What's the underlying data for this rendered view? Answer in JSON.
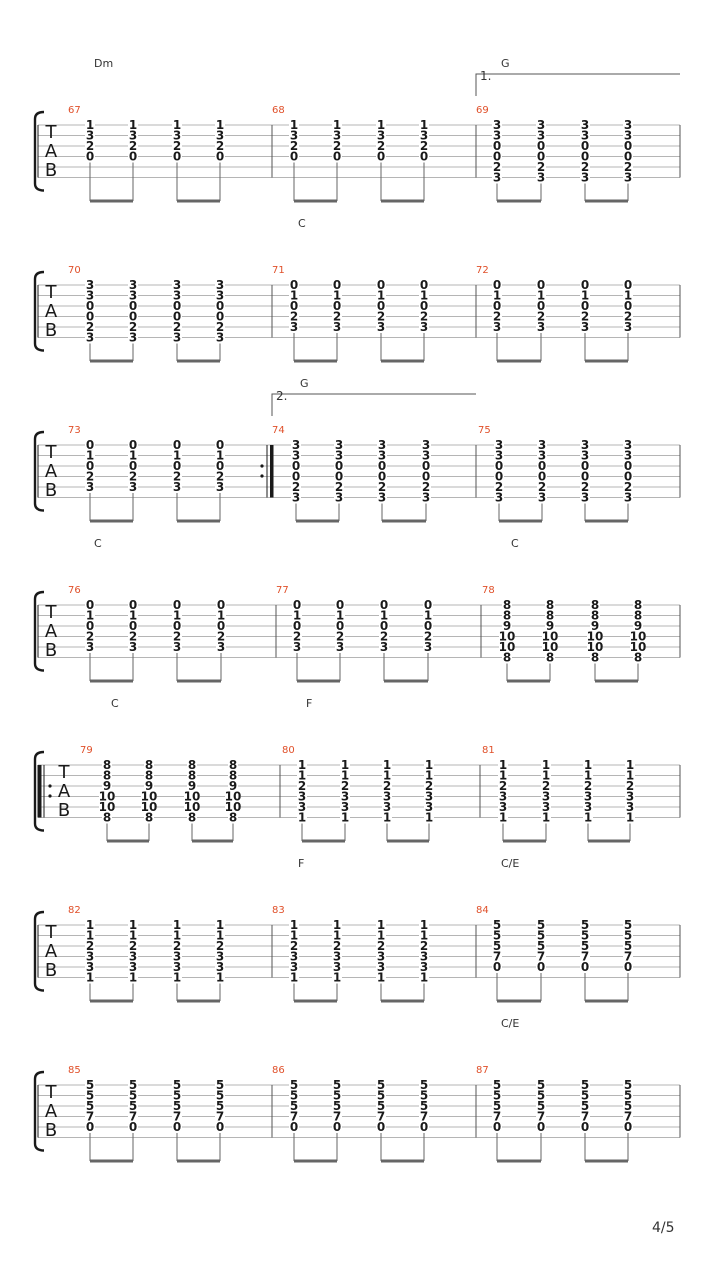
{
  "page_number": "4/5",
  "tab_letters": [
    "T",
    "A",
    "B"
  ],
  "systems": [
    {
      "measures": [
        {
          "number": "67",
          "chord": "Dm",
          "volta": "",
          "beats": [
            [
              "1",
              "3",
              "2",
              "0",
              "",
              ""
            ],
            [
              "1",
              "3",
              "2",
              "0",
              "",
              ""
            ],
            [
              "1",
              "3",
              "2",
              "0",
              "",
              ""
            ],
            [
              "1",
              "3",
              "2",
              "0",
              "",
              ""
            ]
          ]
        },
        {
          "number": "68",
          "chord": "",
          "volta": "",
          "beats": [
            [
              "1",
              "3",
              "2",
              "0",
              "",
              ""
            ],
            [
              "1",
              "3",
              "2",
              "0",
              "",
              ""
            ],
            [
              "1",
              "3",
              "2",
              "0",
              "",
              ""
            ],
            [
              "1",
              "3",
              "2",
              "0",
              "",
              ""
            ]
          ]
        },
        {
          "number": "69",
          "chord": "G",
          "volta": "1.",
          "beats": [
            [
              "3",
              "3",
              "0",
              "0",
              "2",
              "3"
            ],
            [
              "3",
              "3",
              "0",
              "0",
              "2",
              "3"
            ],
            [
              "3",
              "3",
              "0",
              "0",
              "2",
              "3"
            ],
            [
              "3",
              "3",
              "0",
              "0",
              "2",
              "3"
            ]
          ]
        }
      ]
    },
    {
      "measures": [
        {
          "number": "70",
          "chord": "",
          "volta": "",
          "beats": [
            [
              "3",
              "3",
              "0",
              "0",
              "2",
              "3"
            ],
            [
              "3",
              "3",
              "0",
              "0",
              "2",
              "3"
            ],
            [
              "3",
              "3",
              "0",
              "0",
              "2",
              "3"
            ],
            [
              "3",
              "3",
              "0",
              "0",
              "2",
              "3"
            ]
          ]
        },
        {
          "number": "71",
          "chord": "C",
          "volta": "",
          "beats": [
            [
              "0",
              "1",
              "0",
              "2",
              "3",
              ""
            ],
            [
              "0",
              "1",
              "0",
              "2",
              "3",
              ""
            ],
            [
              "0",
              "1",
              "0",
              "2",
              "3",
              ""
            ],
            [
              "0",
              "1",
              "0",
              "2",
              "3",
              ""
            ]
          ]
        },
        {
          "number": "72",
          "chord": "",
          "volta": "",
          "beats": [
            [
              "0",
              "1",
              "0",
              "2",
              "3",
              ""
            ],
            [
              "0",
              "1",
              "0",
              "2",
              "3",
              ""
            ],
            [
              "0",
              "1",
              "0",
              "2",
              "3",
              ""
            ],
            [
              "0",
              "1",
              "0",
              "2",
              "3",
              ""
            ]
          ]
        }
      ]
    },
    {
      "measures": [
        {
          "number": "73",
          "chord": "",
          "volta": "",
          "beats": [
            [
              "0",
              "1",
              "0",
              "2",
              "3",
              ""
            ],
            [
              "0",
              "1",
              "0",
              "2",
              "3",
              ""
            ],
            [
              "0",
              "1",
              "0",
              "2",
              "3",
              ""
            ],
            [
              "0",
              "1",
              "0",
              "2",
              "3",
              ""
            ]
          ]
        },
        {
          "number": "74",
          "chord": "G",
          "volta": "2.",
          "beats": [
            [
              "3",
              "3",
              "0",
              "0",
              "2",
              "3"
            ],
            [
              "3",
              "3",
              "0",
              "0",
              "2",
              "3"
            ],
            [
              "3",
              "3",
              "0",
              "0",
              "2",
              "3"
            ],
            [
              "3",
              "3",
              "0",
              "0",
              "2",
              "3"
            ]
          ]
        },
        {
          "number": "75",
          "chord": "",
          "volta": "",
          "beats": [
            [
              "3",
              "3",
              "0",
              "0",
              "2",
              "3"
            ],
            [
              "3",
              "3",
              "0",
              "0",
              "2",
              "3"
            ],
            [
              "3",
              "3",
              "0",
              "0",
              "2",
              "3"
            ],
            [
              "3",
              "3",
              "0",
              "0",
              "2",
              "3"
            ]
          ]
        }
      ]
    },
    {
      "measures": [
        {
          "number": "76",
          "chord": "C",
          "volta": "",
          "beats": [
            [
              "0",
              "1",
              "0",
              "2",
              "3",
              ""
            ],
            [
              "0",
              "1",
              "0",
              "2",
              "3",
              ""
            ],
            [
              "0",
              "1",
              "0",
              "2",
              "3",
              ""
            ],
            [
              "0",
              "1",
              "0",
              "2",
              "3",
              ""
            ]
          ]
        },
        {
          "number": "77",
          "chord": "",
          "volta": "",
          "beats": [
            [
              "0",
              "1",
              "0",
              "2",
              "3",
              ""
            ],
            [
              "0",
              "1",
              "0",
              "2",
              "3",
              ""
            ],
            [
              "0",
              "1",
              "0",
              "2",
              "3",
              ""
            ],
            [
              "0",
              "1",
              "0",
              "2",
              "3",
              ""
            ]
          ]
        },
        {
          "number": "78",
          "chord": "C",
          "volta": "",
          "beats": [
            [
              "8",
              "8",
              "9",
              "10",
              "10",
              "8"
            ],
            [
              "8",
              "8",
              "9",
              "10",
              "10",
              "8"
            ],
            [
              "8",
              "8",
              "9",
              "10",
              "10",
              "8"
            ],
            [
              "8",
              "8",
              "9",
              "10",
              "10",
              "8"
            ]
          ]
        }
      ]
    },
    {
      "measures": [
        {
          "number": "79",
          "chord": "C",
          "volta": "",
          "beats": [
            [
              "8",
              "8",
              "9",
              "10",
              "10",
              "8"
            ],
            [
              "8",
              "8",
              "9",
              "10",
              "10",
              "8"
            ],
            [
              "8",
              "8",
              "9",
              "10",
              "10",
              "8"
            ],
            [
              "8",
              "8",
              "9",
              "10",
              "10",
              "8"
            ]
          ]
        },
        {
          "number": "80",
          "chord": "F",
          "volta": "",
          "beats": [
            [
              "1",
              "1",
              "2",
              "3",
              "3",
              "1"
            ],
            [
              "1",
              "1",
              "2",
              "3",
              "3",
              "1"
            ],
            [
              "1",
              "1",
              "2",
              "3",
              "3",
              "1"
            ],
            [
              "1",
              "1",
              "2",
              "3",
              "3",
              "1"
            ]
          ]
        },
        {
          "number": "81",
          "chord": "",
          "volta": "",
          "beats": [
            [
              "1",
              "1",
              "2",
              "3",
              "3",
              "1"
            ],
            [
              "1",
              "1",
              "2",
              "3",
              "3",
              "1"
            ],
            [
              "1",
              "1",
              "2",
              "3",
              "3",
              "1"
            ],
            [
              "1",
              "1",
              "2",
              "3",
              "3",
              "1"
            ]
          ]
        }
      ]
    },
    {
      "measures": [
        {
          "number": "82",
          "chord": "",
          "volta": "",
          "beats": [
            [
              "1",
              "1",
              "2",
              "3",
              "3",
              "1"
            ],
            [
              "1",
              "1",
              "2",
              "3",
              "3",
              "1"
            ],
            [
              "1",
              "1",
              "2",
              "3",
              "3",
              "1"
            ],
            [
              "1",
              "1",
              "2",
              "3",
              "3",
              "1"
            ]
          ]
        },
        {
          "number": "83",
          "chord": "F",
          "volta": "",
          "beats": [
            [
              "1",
              "1",
              "2",
              "3",
              "3",
              "1"
            ],
            [
              "1",
              "1",
              "2",
              "3",
              "3",
              "1"
            ],
            [
              "1",
              "1",
              "2",
              "3",
              "3",
              "1"
            ],
            [
              "1",
              "1",
              "2",
              "3",
              "3",
              "1"
            ]
          ]
        },
        {
          "number": "84",
          "chord": "C/E",
          "volta": "",
          "beats": [
            [
              "5",
              "5",
              "5",
              "7",
              "0",
              ""
            ],
            [
              "5",
              "5",
              "5",
              "7",
              "0",
              ""
            ],
            [
              "5",
              "5",
              "5",
              "7",
              "0",
              ""
            ],
            [
              "5",
              "5",
              "5",
              "7",
              "0",
              ""
            ]
          ]
        }
      ]
    },
    {
      "measures": [
        {
          "number": "85",
          "chord": "",
          "volta": "",
          "beats": [
            [
              "5",
              "5",
              "5",
              "7",
              "0",
              ""
            ],
            [
              "5",
              "5",
              "5",
              "7",
              "0",
              ""
            ],
            [
              "5",
              "5",
              "5",
              "7",
              "0",
              ""
            ],
            [
              "5",
              "5",
              "5",
              "7",
              "0",
              ""
            ]
          ]
        },
        {
          "number": "86",
          "chord": "",
          "volta": "",
          "beats": [
            [
              "5",
              "5",
              "5",
              "7",
              "0",
              ""
            ],
            [
              "5",
              "5",
              "5",
              "7",
              "0",
              ""
            ],
            [
              "5",
              "5",
              "5",
              "7",
              "0",
              ""
            ],
            [
              "5",
              "5",
              "5",
              "7",
              "0",
              ""
            ]
          ]
        },
        {
          "number": "87",
          "chord": "C/E",
          "volta": "",
          "beats": [
            [
              "5",
              "5",
              "5",
              "7",
              "0",
              ""
            ],
            [
              "5",
              "5",
              "5",
              "7",
              "0",
              ""
            ],
            [
              "5",
              "5",
              "5",
              "7",
              "0",
              ""
            ],
            [
              "5",
              "5",
              "5",
              "7",
              "0",
              ""
            ]
          ]
        }
      ]
    }
  ],
  "colors": {
    "measure_number": "#e0502a",
    "staff_line": "#b5b5b5",
    "ink": "#1a1a1a",
    "beam": "#666666"
  }
}
